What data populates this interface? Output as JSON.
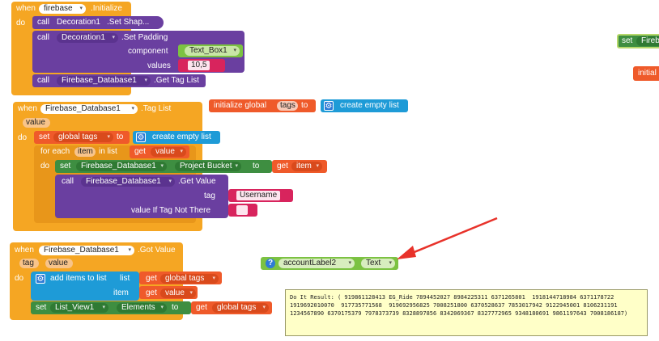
{
  "kw": {
    "when": "when",
    "do": "do",
    "call": "call",
    "set": "set",
    "to": "to",
    "get": "get",
    "for_each": "for each",
    "in_list": "in list",
    "item": "item",
    "list": "list"
  },
  "b1": {
    "component": "firebase",
    "event": ".Initialize",
    "s1_component": "Decoration1",
    "s1_method": ".Set Shap...",
    "s2_component": "Decoration1",
    "s2_method": ".Set Padding",
    "s2_arg1": "component",
    "s2_val1": "Text_Box1",
    "s2_arg2": "values",
    "s2_val2": "10,5",
    "s3_component": "Firebase_Database1",
    "s3_method": ".Get Tag List"
  },
  "b2": {
    "label": "initialize global",
    "var": "tags",
    "to": "to",
    "create": "create empty list"
  },
  "b3": {
    "component": "Firebase_Database1",
    "event": ".Tag List",
    "param": "value",
    "set_var": "global tags",
    "create": "create empty list",
    "for_var": "item",
    "get_val": "value",
    "set_comp": "Firebase_Database1",
    "set_prop": "Project Bucket",
    "get_item": "item",
    "call_comp": "Firebase_Database1",
    "call_method": ".Get Value",
    "arg_tag": "tag",
    "arg_tag_val": "Username",
    "arg_default": "value If Tag Not There"
  },
  "b4": {
    "component": "Firebase_Database1",
    "event": ".Got Value",
    "param1": "tag",
    "param2": "value",
    "method": "add items to list",
    "arg_list": "list",
    "get_list": "global tags",
    "arg_item": "item",
    "get_value": "value",
    "set_comp": "List_View1",
    "set_prop": "Elements",
    "get_tags": "global tags"
  },
  "b5": {
    "component": "accountLabel2",
    "prop": "Text"
  },
  "right": {
    "set_text": "set",
    "set_comp": "Fireb",
    "init_text": "initial"
  },
  "result": {
    "text": "Do It Result: ( 919861128413 EG_Ride 7894452027 8984225311 6371265801  1918144718984 6371178722  1919692010070  917735771568  919692956825 7008251800 6370528637 7853017942 9122945001 8106231191 1234567890 6370175379 7978373739 8328897856 8342069367 8327772965 9348180691 9861197643 7008186187)"
  },
  "colors": {
    "event": "#f5a623",
    "procedure": "#6a3fa0",
    "setter": "#3e8e41",
    "variable": "#ef5a2a",
    "text": "#d8245d",
    "list": "#1e9bd7",
    "arrow": "#e8322a",
    "help": "#2e7bd6"
  },
  "icons": {
    "arrow": "red-arrow",
    "help": "question-icon",
    "gear": "mutator-gear-icon",
    "dropdown": "▾"
  }
}
